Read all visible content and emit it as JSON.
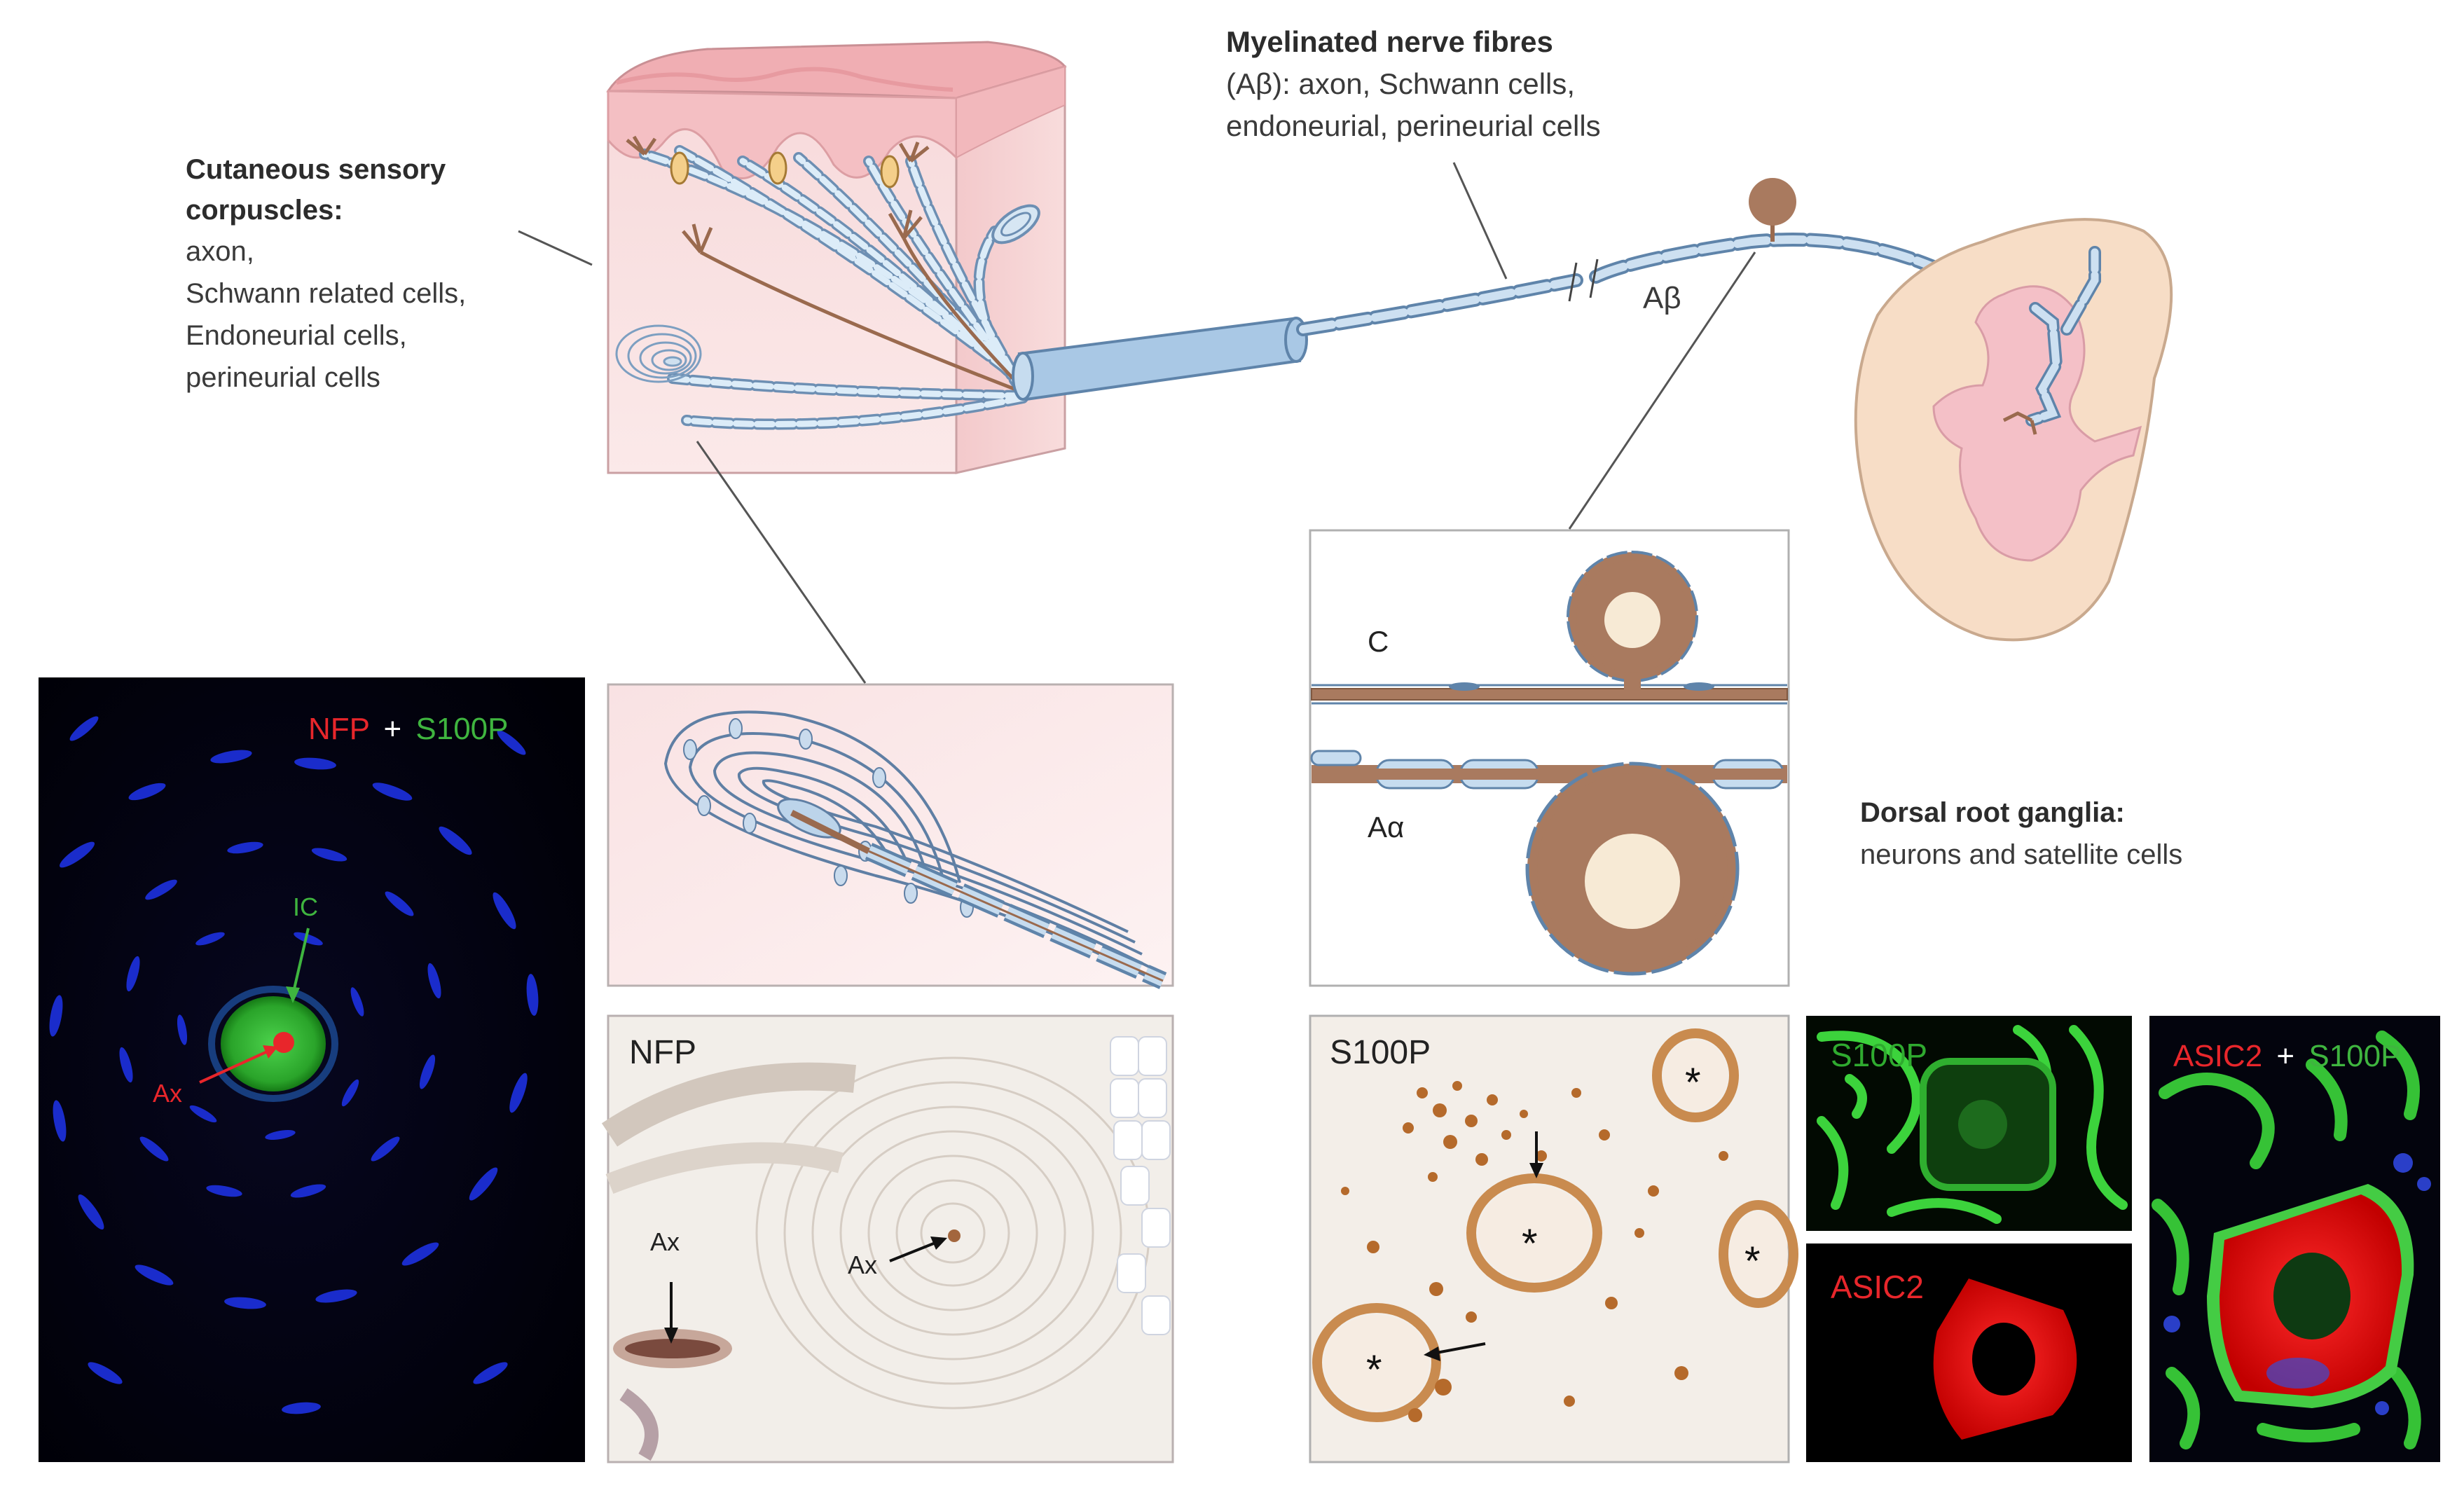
{
  "callouts": {
    "cutaneous": {
      "heading": "Cutaneous sensory corpuscles",
      "lines": [
        "axon,",
        "Schwann related cells,",
        "Endoneurial cells,",
        "perineurial cells"
      ]
    },
    "myelinated": {
      "heading": "Myelinated nerve fibres",
      "line1": "(Aβ): axon, Schwann cells,",
      "line2": "endoneurial, perineurial cells"
    },
    "drg": {
      "heading": "Dorsal root ganglia",
      "line": "neurons and satellite cells"
    }
  },
  "labels": {
    "abeta": "Aβ",
    "c_fiber": "C",
    "aalpha": "Aα"
  },
  "panels": {
    "fluor1": {
      "marker1": "NFP",
      "plus": "+",
      "marker2": "S100P",
      "ic": "IC",
      "ax": "Ax"
    },
    "nfp": {
      "title": "NFP",
      "ax1": "Ax",
      "ax2": "Ax"
    },
    "s100p": {
      "title": "S100P",
      "star": "*"
    },
    "s100p_fluor": {
      "title": "S100P"
    },
    "asic2": {
      "title": "ASIC2"
    },
    "merge": {
      "marker1": "ASIC2",
      "plus": "+",
      "marker2": "S100P"
    }
  },
  "colors": {
    "red_marker": "#e8262b",
    "green_marker": "#3fb53f",
    "skin_pink": "#f2c6c8",
    "myelin_blue": "#bcd6ec",
    "axon_brown": "#9a6a4e",
    "cord_beige": "#f6dcc4"
  }
}
